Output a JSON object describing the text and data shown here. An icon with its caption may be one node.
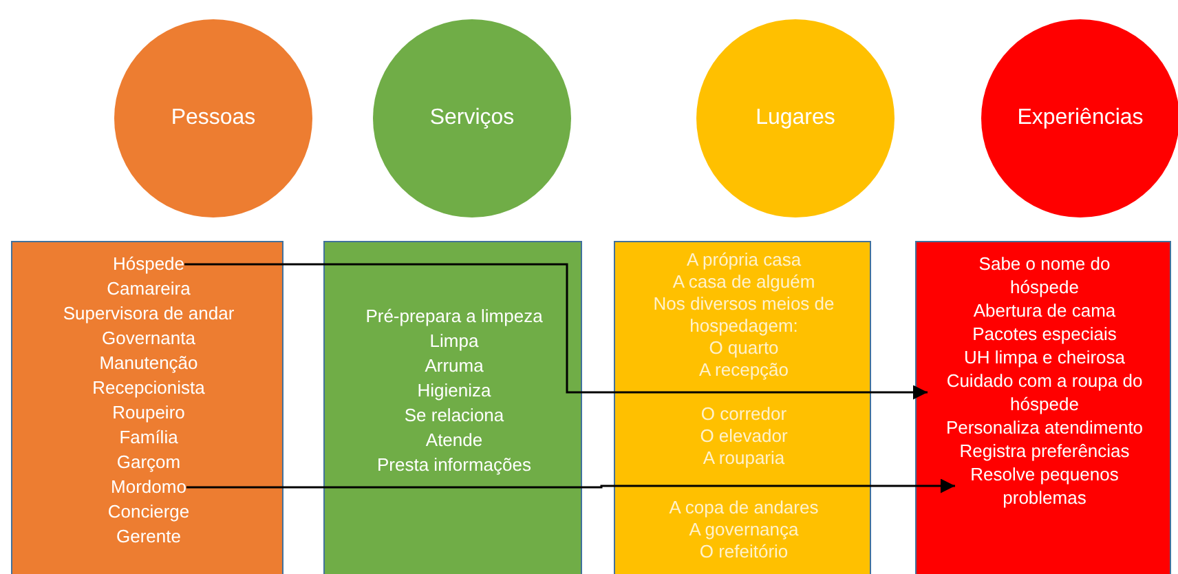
{
  "diagram": {
    "nodes": [
      {
        "text": [
          "Pessoas"
        ]
      },
      {
        "text": [
          "Serviços"
        ]
      },
      {
        "text": [
          "Lugares"
        ]
      },
      {
        "text": [
          "Experiências"
        ]
      },
      {
        "text": [],
        "shape": "box"
      },
      {
        "text": [
          "Hóspede"
        ],
        "in": 4
      },
      {
        "text": [
          "Camareira"
        ],
        "in": 4
      },
      {
        "text": [
          "Supervisora de andar"
        ],
        "in": 4
      },
      {
        "text": [
          "Governanta"
        ],
        "in": 4
      },
      {
        "text": [
          "Manutenção"
        ],
        "in": 4
      },
      {
        "text": [
          "Recepcionista"
        ],
        "in": 4
      },
      {
        "text": [
          "Roupeiro"
        ],
        "in": 4
      },
      {
        "text": [
          "Família"
        ],
        "in": 4
      },
      {
        "text": [
          "Garçom"
        ],
        "in": 4
      },
      {
        "text": [
          "Mordomo"
        ],
        "in": 4
      },
      {
        "text": [
          "Concierge"
        ],
        "in": 4
      },
      {
        "text": [
          "Gerente"
        ],
        "in": 4
      },
      {
        "text": [],
        "shape": "box"
      },
      {
        "text": [
          "Pré-prepara a limpeza"
        ],
        "in": 17
      },
      {
        "text": [
          "Limpa"
        ],
        "in": 17
      },
      {
        "text": [
          "Arruma"
        ],
        "in": 17
      },
      {
        "text": [
          "Higieniza"
        ],
        "in": 17
      },
      {
        "text": [
          "Se relaciona"
        ],
        "in": 17
      },
      {
        "text": [
          "Atende"
        ],
        "in": 17
      },
      {
        "text": [
          "Presta informações"
        ],
        "in": 17
      },
      {
        "text": [],
        "shape": "box"
      },
      {
        "text": [
          "A própria casa"
        ],
        "in": 25
      },
      {
        "text": [
          "A casa de alguém"
        ],
        "in": 25
      },
      {
        "text": [
          "Nos diversos meios de hospedagem:"
        ],
        "in": 25
      },
      {
        "text": [
          "O quarto"
        ],
        "in": 25
      },
      {
        "text": [
          "A recepção"
        ],
        "in": 25
      },
      {
        "text": [
          "O corredor"
        ],
        "in": 25
      },
      {
        "text": [
          "O elevador"
        ],
        "in": 25
      },
      {
        "text": [
          "A rouparia"
        ],
        "in": 25
      },
      {
        "text": [
          "A copa de andares"
        ],
        "in": 25
      },
      {
        "text": [
          "A governança"
        ],
        "in": 25
      },
      {
        "text": [
          "O refeitório"
        ],
        "in": 25
      },
      {
        "text": [],
        "shape": "box"
      },
      {
        "text": [
          "Sabe o nome do hóspede"
        ],
        "in": 37
      },
      {
        "text": [
          "Abertura de cama"
        ],
        "in": 37
      },
      {
        "text": [
          "Pacotes especiais"
        ],
        "in": 37
      },
      {
        "text": [
          "UH limpa e cheirosa"
        ],
        "in": 37
      },
      {
        "text": [
          "Cuidado com a roupa do hóspede"
        ],
        "in": 37
      },
      {
        "text": [
          "Personaliza atendimento"
        ],
        "in": 37
      },
      {
        "text": [
          "Registra preferências"
        ],
        "in": 37
      },
      {
        "text": [
          "Resolve pequenos problemas"
        ],
        "in": 37
      }
    ],
    "edges": [
      {
        "from": 5,
        "to": 42,
        "arrow": "to"
      },
      {
        "from": 14,
        "to": 45,
        "arrow": "to"
      }
    ]
  }
}
